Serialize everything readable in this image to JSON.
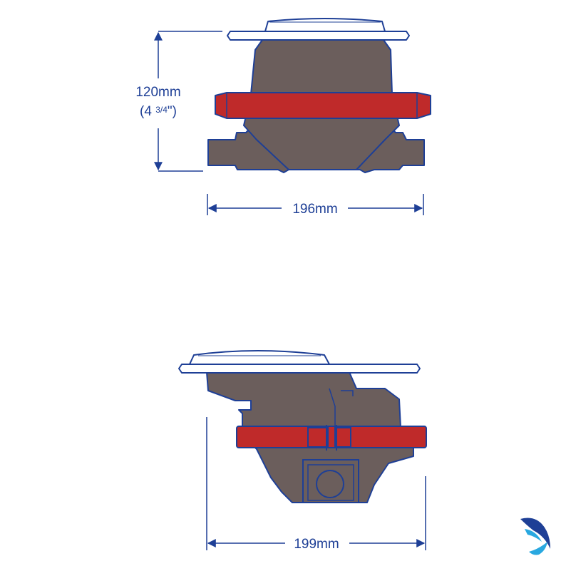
{
  "dimensions": {
    "height_value": "120mm",
    "height_imperial_prefix": "(4 ",
    "height_imperial_fraction": "3/4",
    "height_imperial_suffix": "\")",
    "top_width": "196mm",
    "bottom_width": "199mm"
  },
  "colors": {
    "outline": "#1e3f96",
    "body": "#6b5e5c",
    "band": "#bf2a2a",
    "lid": "#ffffff",
    "background": "#ffffff"
  },
  "logo": {
    "icon": "bird-swoosh-logo-icon"
  }
}
